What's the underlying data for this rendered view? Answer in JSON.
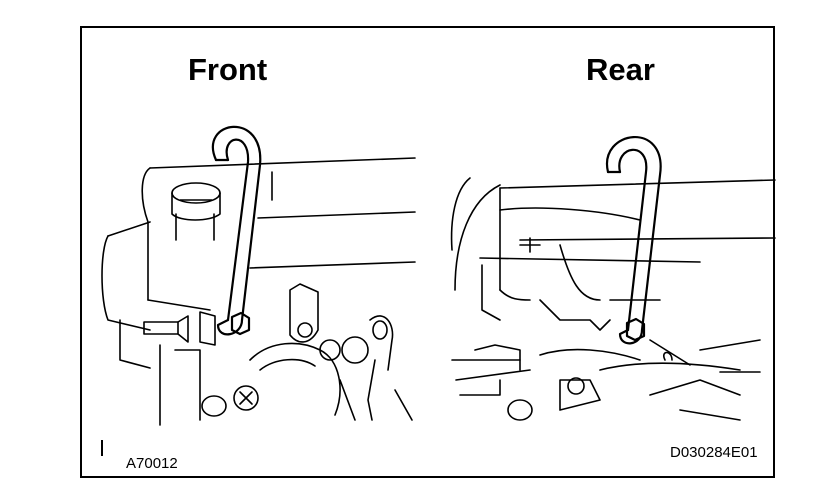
{
  "labels": {
    "front": "Front",
    "rear": "Rear"
  },
  "codes": {
    "figure_ref": "A70012",
    "drawing_no": "D030284E01"
  }
}
